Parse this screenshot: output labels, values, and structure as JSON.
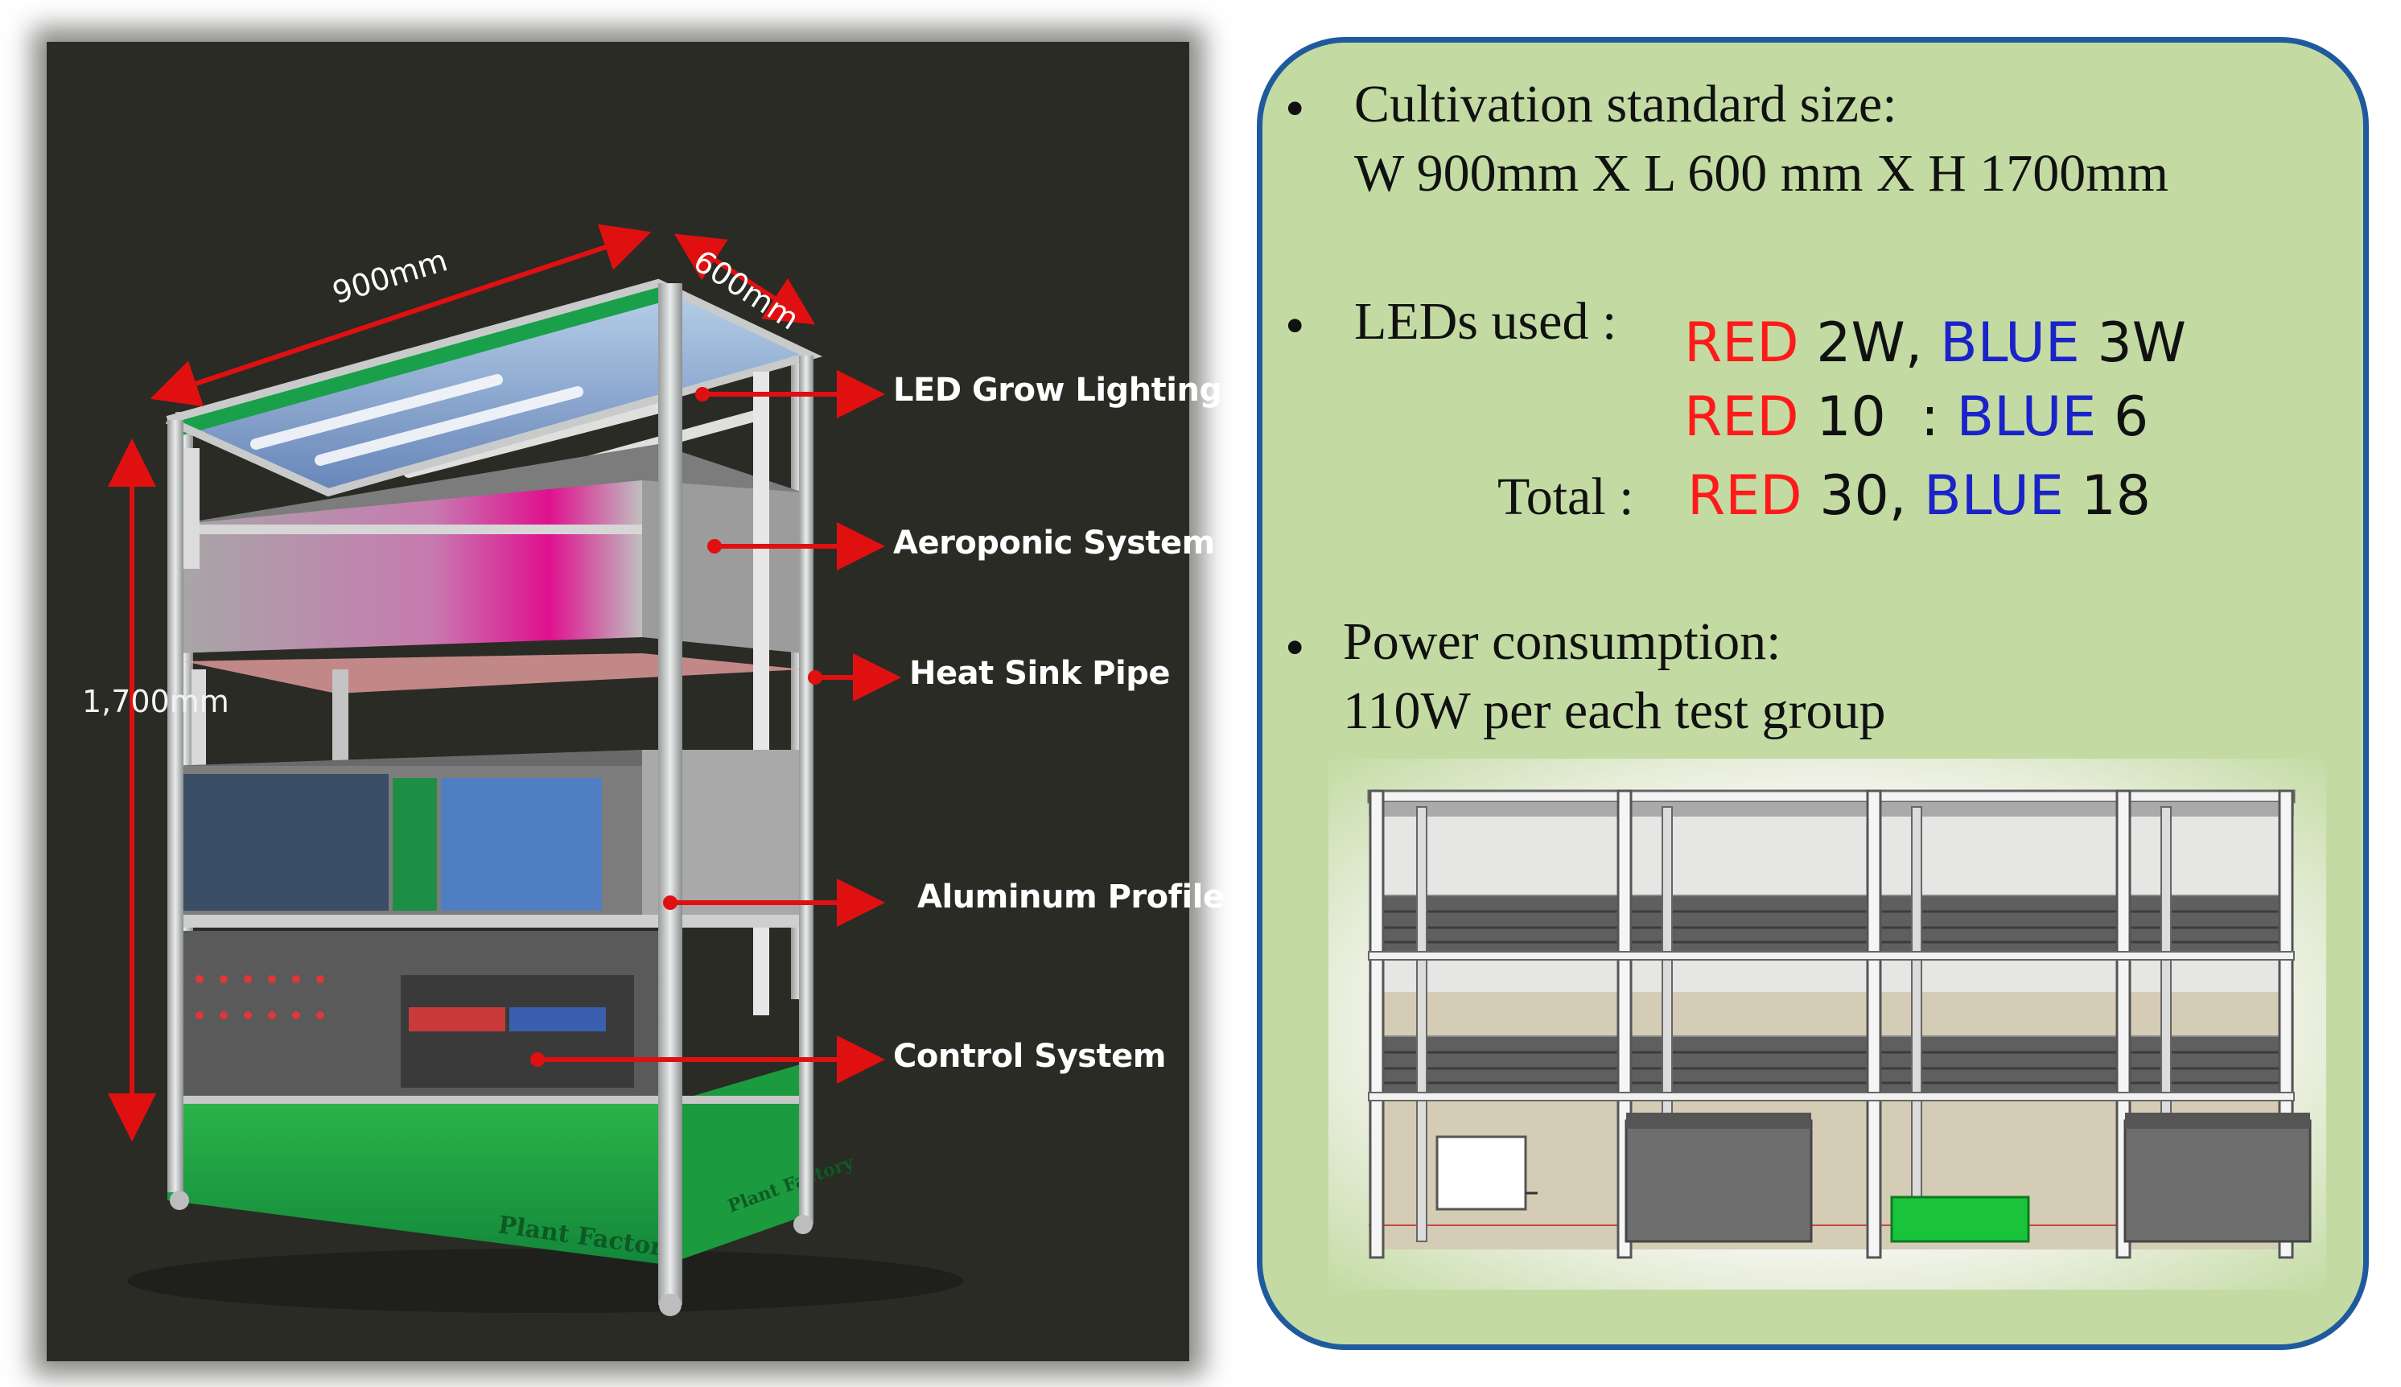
{
  "photo": {
    "dimensions": {
      "width": "900mm",
      "depth": "600mm",
      "height": "1,700mm"
    },
    "callouts": [
      "LED Grow Lighting",
      "Aeroponic System",
      "Heat Sink Pipe",
      "Aluminum Profile",
      "Control System"
    ],
    "cabinet_text": [
      "Plant Factory",
      "Plant Factory"
    ]
  },
  "info": {
    "size": {
      "heading": "Cultivation standard size:",
      "value": "W 900mm X L 600 mm X H 1700mm"
    },
    "leds": {
      "heading": "LEDs used :",
      "line1": {
        "red": "RED",
        "red_val": "2W,",
        "blue": "BLUE",
        "blue_val": "3W"
      },
      "line2": {
        "red": "RED",
        "red_val": "10",
        "sep": ":",
        "blue": "BLUE",
        "blue_val": "6"
      },
      "line3": {
        "label": "Total :",
        "red": "RED",
        "red_val": "30,",
        "blue": "BLUE",
        "blue_val": "18"
      }
    },
    "power": {
      "heading": "Power consumption:",
      "value": "110W per each test group"
    }
  },
  "colors": {
    "panel_fill": "#c3dba3",
    "panel_border": "#1f5a9e",
    "red_text": "#ff1a1a",
    "blue_text": "#1a23c8",
    "arrow": "#e01010"
  }
}
